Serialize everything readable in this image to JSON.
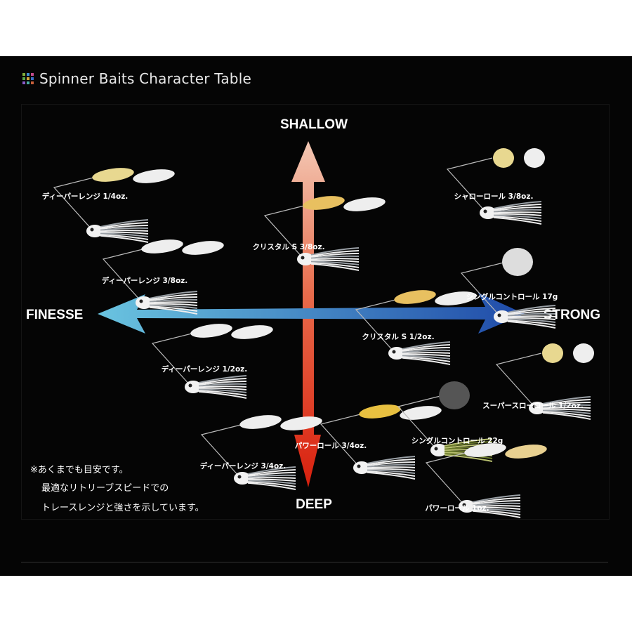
{
  "header": {
    "title": "Spinner Baits Character Table",
    "icon": "grid-icon",
    "icon_colors": [
      "#7fae3a",
      "#3f8fd0",
      "#c24a8a",
      "#5aa84a",
      "#d0a63a",
      "#3a6fc8",
      "#8a5ac8",
      "#48b0a0",
      "#c8603a"
    ]
  },
  "axes": {
    "top": "SHALLOW",
    "bottom": "DEEP",
    "left": "FINESSE",
    "right": "STRONG"
  },
  "colors": {
    "background": "#050505",
    "vertical_top": "#f0b9a0",
    "vertical_bottom": "#d42a14",
    "horizontal_left": "#5ab8d8",
    "horizontal_right": "#2a5ab8"
  },
  "lures": [
    {
      "label": "ディーパーレンジ 1/4oz.",
      "blade": "willow",
      "blade_colors": [
        "#e8d890",
        "#eeeeee"
      ]
    },
    {
      "label": "ディーパーレンジ 3/8oz.",
      "blade": "willow",
      "blade_colors": [
        "#eeeeee",
        "#eeeeee"
      ]
    },
    {
      "label": "ディーパーレンジ 1/2oz.",
      "blade": "willow",
      "blade_colors": [
        "#eeeeee",
        "#eeeeee"
      ]
    },
    {
      "label": "ディーパーレンジ 3/4oz.",
      "blade": "willow",
      "blade_colors": [
        "#eeeeee",
        "#eeeeee"
      ]
    },
    {
      "label": "クリスタル S 3/8oz.",
      "blade": "willow",
      "blade_colors": [
        "#e8c060",
        "#eeeeee"
      ]
    },
    {
      "label": "クリスタル S 1/2oz.",
      "blade": "willow",
      "blade_colors": [
        "#e8c060",
        "#eeeeee"
      ]
    },
    {
      "label": "シャローロール 3/8oz.",
      "blade": "colorado",
      "blade_colors": [
        "#e8d890",
        "#eeeeee"
      ]
    },
    {
      "label": "シングルコントロール 17g",
      "blade": "colorado",
      "blade_colors": [
        "#dddddd"
      ]
    },
    {
      "label": "スーパースローロール 1/2oz.",
      "blade": "colorado",
      "blade_colors": [
        "#e8d890",
        "#eeeeee"
      ]
    },
    {
      "label": "パワーロール 3/4oz.",
      "blade": "willow",
      "blade_colors": [
        "#e8c040",
        "#eeeeee"
      ]
    },
    {
      "label": "シングルコントロール 22g",
      "blade": "colorado",
      "blade_colors": [
        "#555555"
      ]
    },
    {
      "label": "パワーロール 1oz.",
      "blade": "willow",
      "blade_colors": [
        "#eeeeee",
        "#e8d090"
      ]
    }
  ],
  "note": {
    "line1": "※あくまでも目安です。",
    "line2": "最適なリトリーブスピードでの",
    "line3": "トレースレンジと強さを示しています。"
  }
}
